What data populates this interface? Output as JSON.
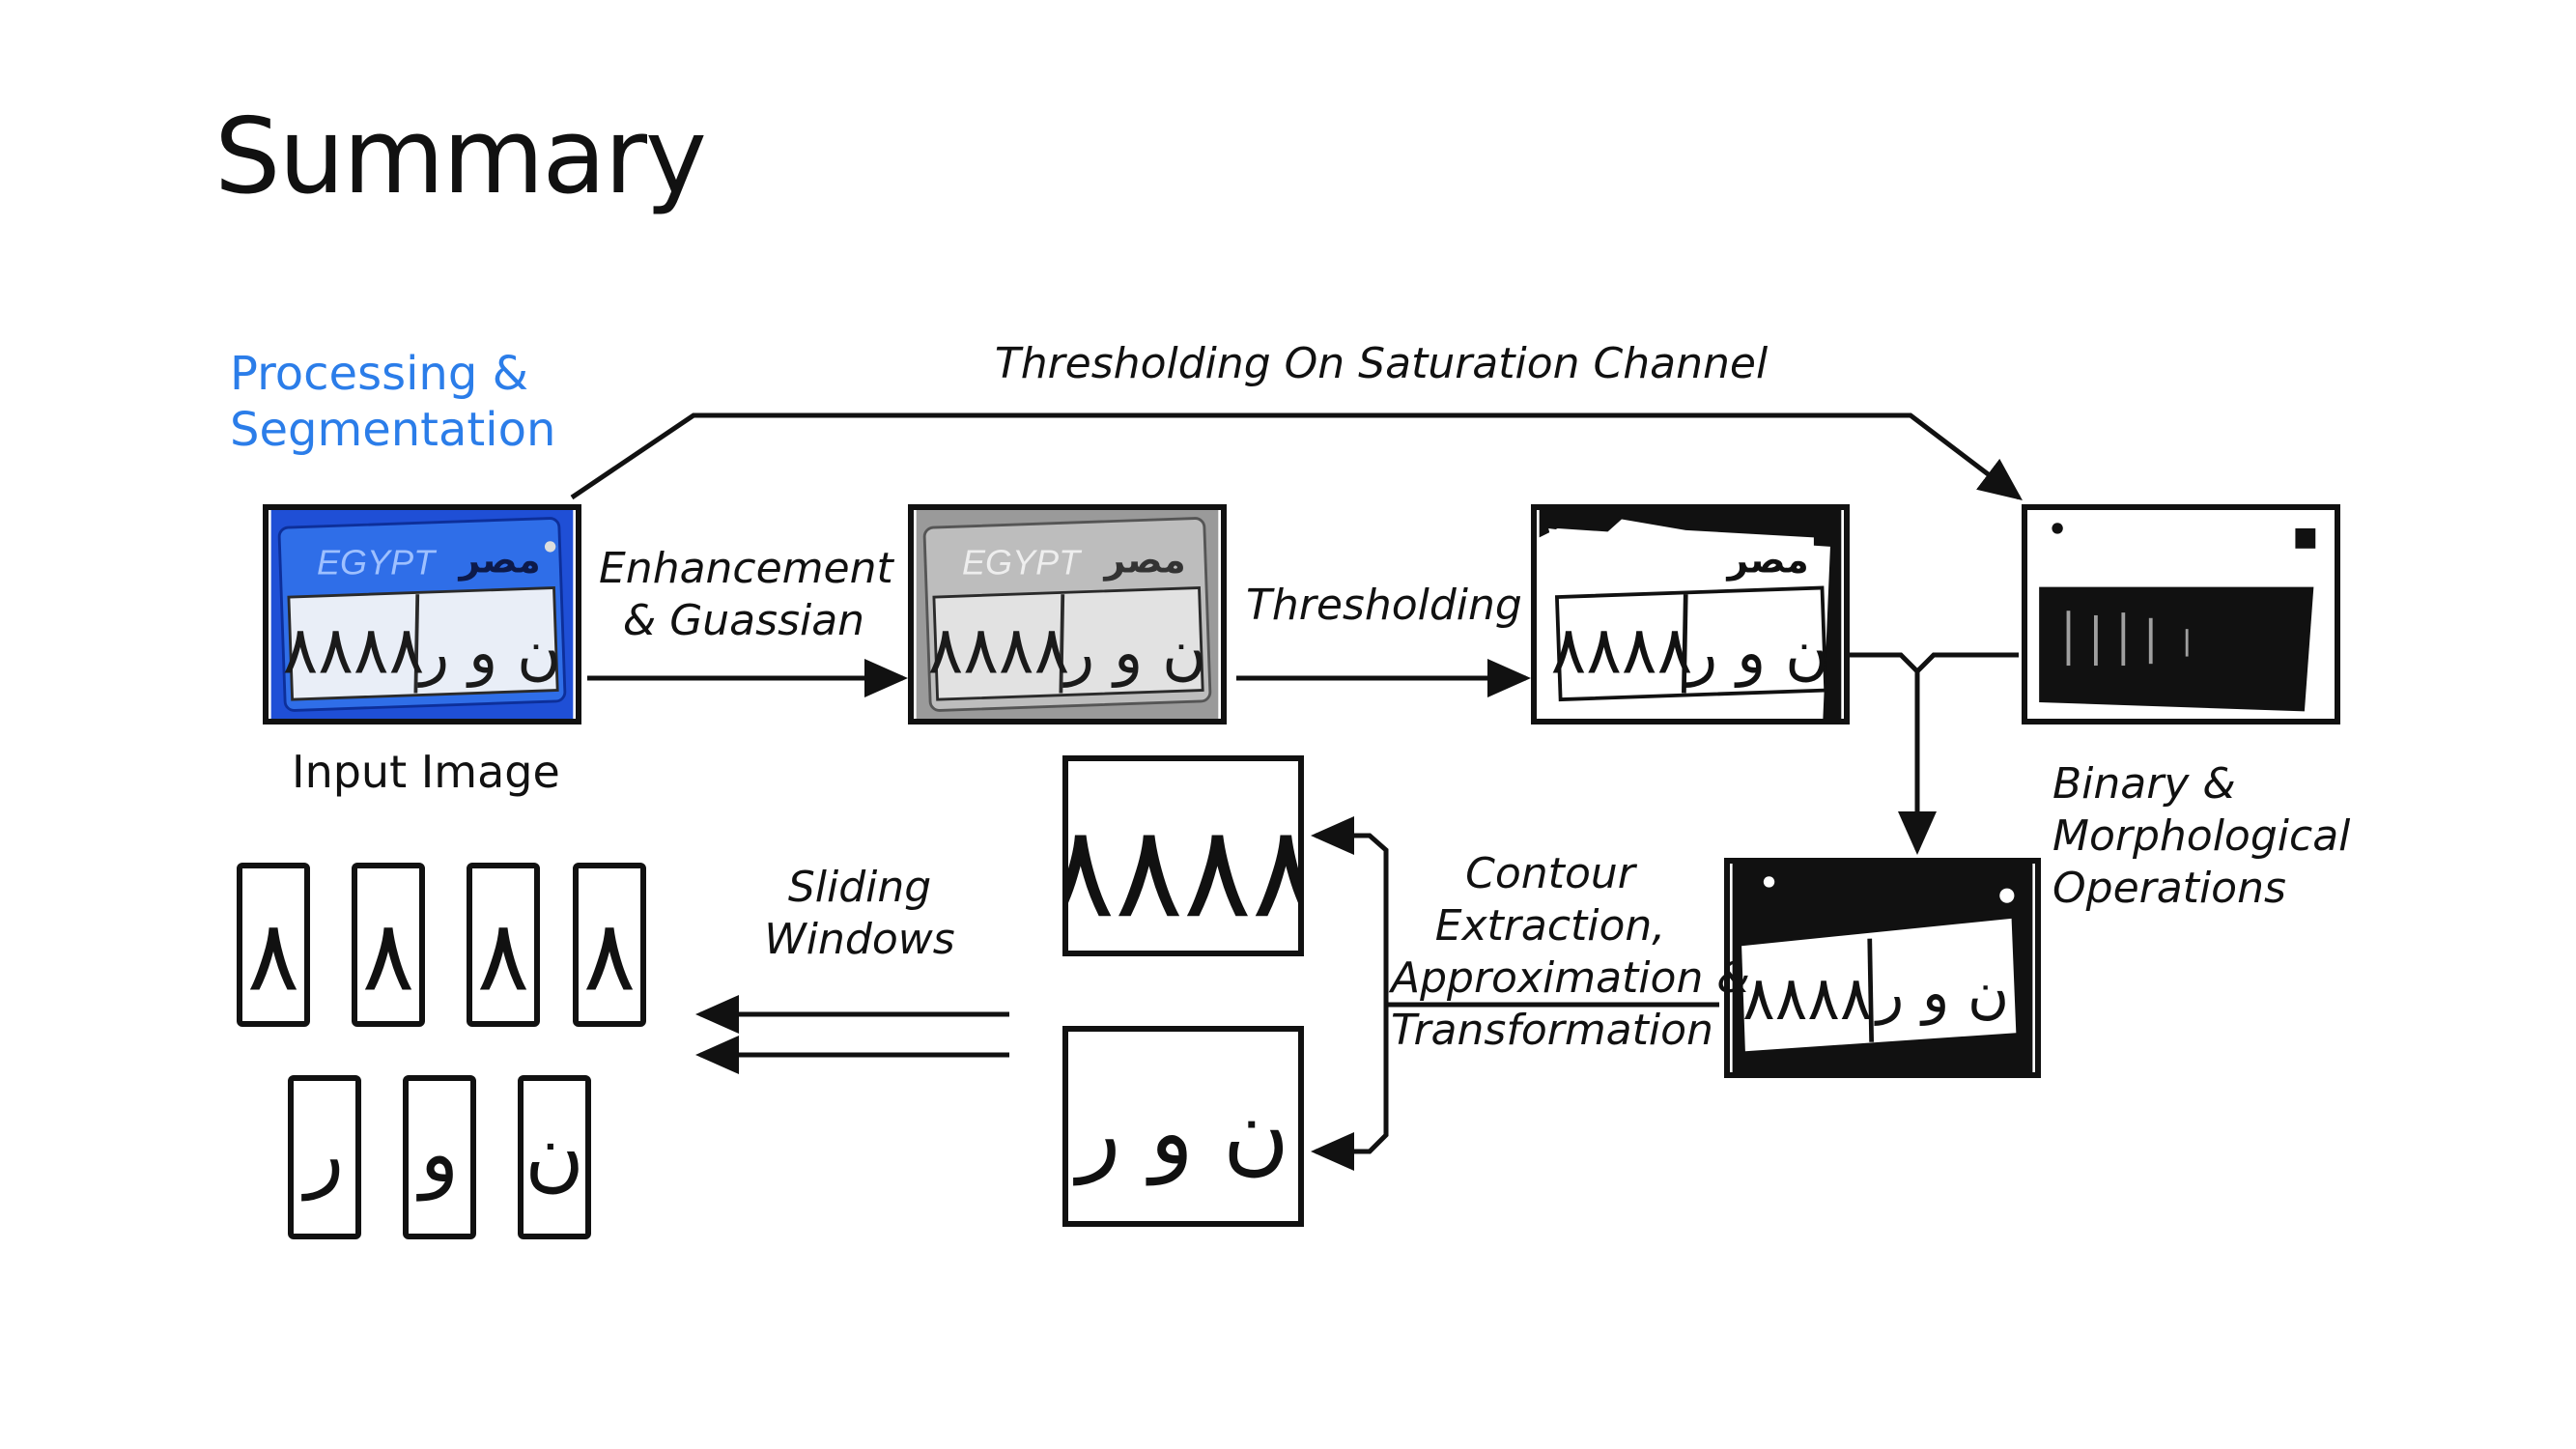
{
  "slide": {
    "title": "Summary"
  },
  "section_heading": {
    "line1": "Processing &",
    "line2": "Segmentation"
  },
  "labels": {
    "input_image": "Input Image",
    "enhancement_line1": "Enhancement",
    "enhancement_line2": "& Guassian",
    "thresholding": "Thresholding",
    "saturation": "Thresholding On Saturation Channel",
    "binary_line1": "Binary &",
    "binary_line2": "Morphological",
    "binary_line3": "Operations",
    "contour_line1": "Contour",
    "contour_line2": "Extraction,",
    "contour_line3": "Approximation &",
    "contour_line4": "Transformation",
    "sliding_line1": "Sliding",
    "sliding_line2": "Windows"
  },
  "plate": {
    "country_latin": "EGYPT",
    "country_arabic": "مصر",
    "digits": "٨٨٨٨",
    "letters": "ن و ر"
  },
  "segments": {
    "digit_chars": [
      "٨",
      "٨",
      "٨",
      "٨"
    ],
    "letter_chars": [
      "ر",
      "و",
      "ن"
    ]
  },
  "colors": {
    "accent_blue": "#2b7de9",
    "plate_blue": "#1f4fd6",
    "line": "#111111"
  },
  "icons": [
    "arrow-right-icon",
    "arrow-down-icon",
    "arrow-left-icon"
  ]
}
